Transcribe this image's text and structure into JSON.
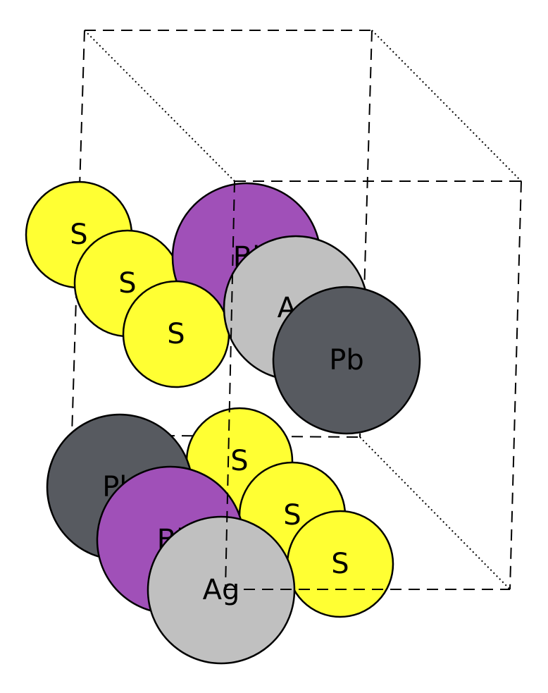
{
  "colors": {
    "sulfur": "#FFFF33",
    "bismuth": "#A050B8",
    "silver": "#C0C0C0",
    "lead": "#575A60",
    "cell_lines": "#000000",
    "background": "#FFFFFF"
  },
  "atoms": [
    {
      "element": "S",
      "label": "S",
      "color_key": "sulfur"
    },
    {
      "element": "S",
      "label": "S",
      "color_key": "sulfur"
    },
    {
      "element": "Bi",
      "label": "Bi",
      "color_key": "bismuth"
    },
    {
      "element": "S",
      "label": "S",
      "color_key": "sulfur"
    },
    {
      "element": "Ag",
      "label": "Ag",
      "color_key": "silver"
    },
    {
      "element": "Pb",
      "label": "Pb",
      "color_key": "lead"
    },
    {
      "element": "S",
      "label": "S",
      "color_key": "sulfur"
    },
    {
      "element": "Pb",
      "label": "Pb",
      "color_key": "lead"
    },
    {
      "element": "S",
      "label": "S",
      "color_key": "sulfur"
    },
    {
      "element": "Bi",
      "label": "Bi",
      "color_key": "bismuth"
    },
    {
      "element": "S",
      "label": "S",
      "color_key": "sulfur"
    },
    {
      "element": "Ag",
      "label": "Ag",
      "color_key": "silver"
    }
  ]
}
